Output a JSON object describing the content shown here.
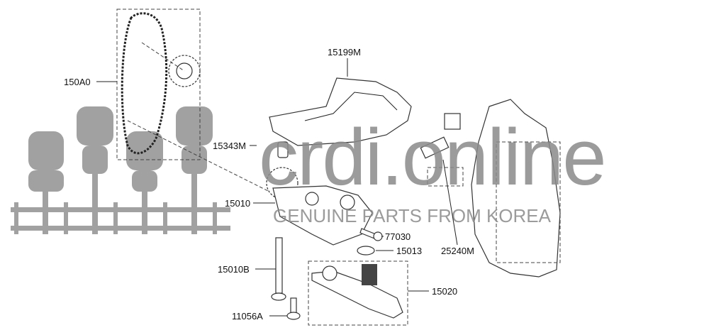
{
  "watermark": {
    "brand": "crdi.online",
    "tagline": "GENUINE PARTS FROM KOREA",
    "color": "#8a8a8a"
  },
  "callouts": [
    {
      "id": "150A0",
      "label": "150A0"
    },
    {
      "id": "15199M",
      "label": "15199M"
    },
    {
      "id": "15343M",
      "label": "15343M"
    },
    {
      "id": "15010",
      "label": "15010"
    },
    {
      "id": "25240M",
      "label": "25240M"
    },
    {
      "id": "77030",
      "label": "77030"
    },
    {
      "id": "15013",
      "label": "15013"
    },
    {
      "id": "15010B",
      "label": "15010B"
    },
    {
      "id": "15020",
      "label": "15020"
    },
    {
      "id": "11056A",
      "label": "11056A"
    }
  ]
}
